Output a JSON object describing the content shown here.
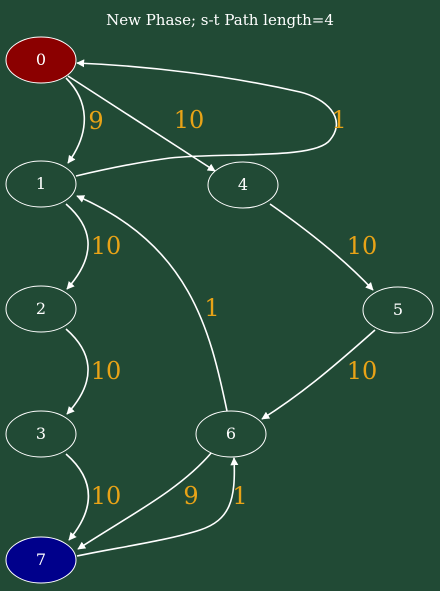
{
  "title": "New Phase; s-t Path length=4",
  "colors": {
    "background": "#214a35",
    "edge": "#ffffff",
    "edge_label": "#e8a317",
    "source_fill": "#8b0000",
    "sink_fill": "#00008b",
    "node_fill": "#214a35"
  },
  "nodes": [
    {
      "id": "0",
      "label": "0",
      "role": "source"
    },
    {
      "id": "1",
      "label": "1",
      "role": "normal"
    },
    {
      "id": "2",
      "label": "2",
      "role": "normal"
    },
    {
      "id": "3",
      "label": "3",
      "role": "normal"
    },
    {
      "id": "4",
      "label": "4",
      "role": "normal"
    },
    {
      "id": "5",
      "label": "5",
      "role": "normal"
    },
    {
      "id": "6",
      "label": "6",
      "role": "normal"
    },
    {
      "id": "7",
      "label": "7",
      "role": "sink"
    }
  ],
  "edges": [
    {
      "from": "0",
      "to": "1",
      "label": "9"
    },
    {
      "from": "0",
      "to": "4",
      "label": "10"
    },
    {
      "from": "1",
      "to": "0",
      "label": "1"
    },
    {
      "from": "1",
      "to": "2",
      "label": "10"
    },
    {
      "from": "4",
      "to": "5",
      "label": "10"
    },
    {
      "from": "2",
      "to": "3",
      "label": "10"
    },
    {
      "from": "6",
      "to": "1",
      "label": "1"
    },
    {
      "from": "5",
      "to": "6",
      "label": "10"
    },
    {
      "from": "3",
      "to": "7",
      "label": "10"
    },
    {
      "from": "6",
      "to": "7",
      "label": "9"
    },
    {
      "from": "7",
      "to": "6",
      "label": "1"
    }
  ]
}
